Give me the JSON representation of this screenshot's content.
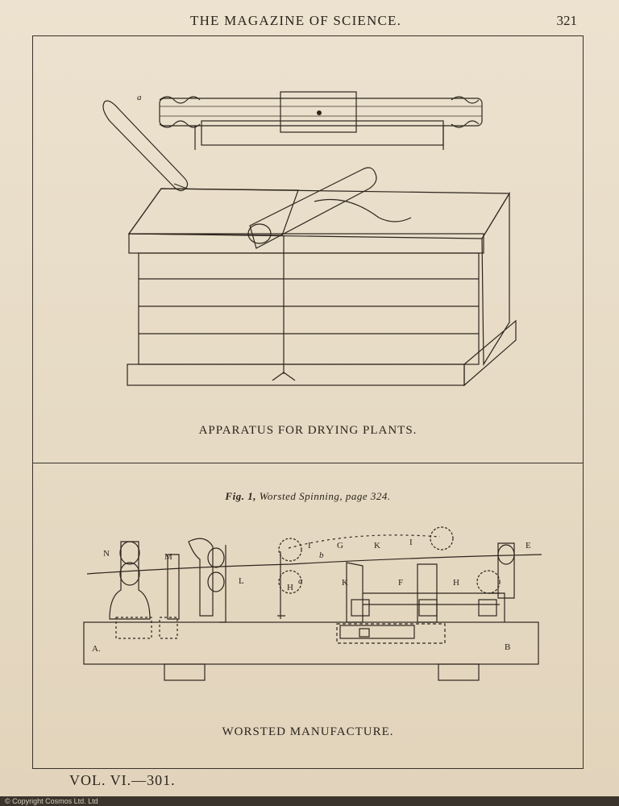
{
  "header": {
    "running_title": "THE MAGAZINE OF SCIENCE.",
    "page_number": "321"
  },
  "figure_top": {
    "caption": "APPARATUS FOR DRYING PLANTS.",
    "part_label": "a"
  },
  "figure_bottom": {
    "fig_number": "Fig. 1,",
    "fig_title": "Worsted Spinning, page 324.",
    "caption": "WORSTED MANUFACTURE.",
    "letters": {
      "N": "N",
      "M": "M",
      "L": "L",
      "I1": "I",
      "b": "b",
      "G": "G",
      "K1": "K",
      "I2": "I",
      "E": "E",
      "H1": "H",
      "a": "a",
      "K2": "K",
      "F": "F",
      "H2": "H",
      "A": "A.",
      "B": "B"
    }
  },
  "footer": {
    "volume": "VOL. VI.—301.",
    "stamp": "© Copyright Cosmos Ltd. Ltd"
  },
  "colors": {
    "paper": "#ece2cf",
    "ink": "#2e261e",
    "stamp_bg": "#3b342c"
  },
  "icons": [
    "drying-apparatus-engraving",
    "worsted-spinning-machine-engraving"
  ]
}
